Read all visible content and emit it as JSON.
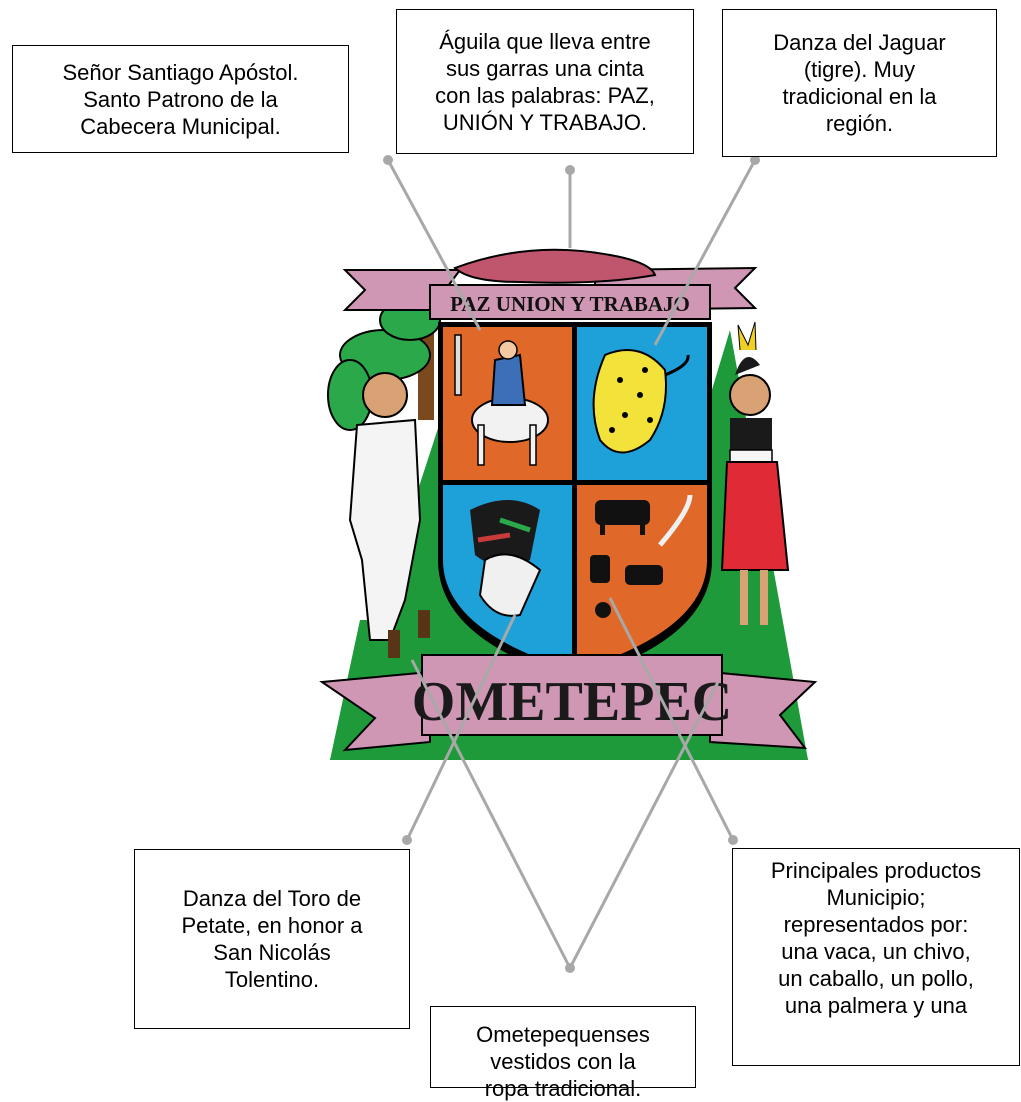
{
  "callouts": {
    "santiago": "Señor Santiago Apóstol.\nSanto Patrono de la\nCabecera Municipal.",
    "aguila": "Águila que lleva entre\nsus garras una cinta\ncon las palabras: PAZ,\nUNIÓN Y TRABAJO.",
    "jaguar": "Danza del Jaguar\n(tigre). Muy\ntradicional en la\nregión.",
    "toro": "Danza del Toro de\nPetate, en honor a\nSan Nicolás\nTolentino.",
    "ometepequenses": "Ometepequenses\nvestidos con la\nropa tradicional.",
    "productos": "Principales productos\nMunicipio;\nrepresentados por:\nuna vaca, un chivo,\nun caballo, un pollo,\nuna palmera y una"
  },
  "emblem": {
    "motto": "PAZ UNION Y TRABAJO",
    "name": "OMETEPEC"
  },
  "colors": {
    "orange": "#e0692a",
    "blue": "#1ea0d8",
    "green": "#1e9a3a",
    "ribbon": "#cf97b3",
    "connector": "#a8a8a8"
  }
}
